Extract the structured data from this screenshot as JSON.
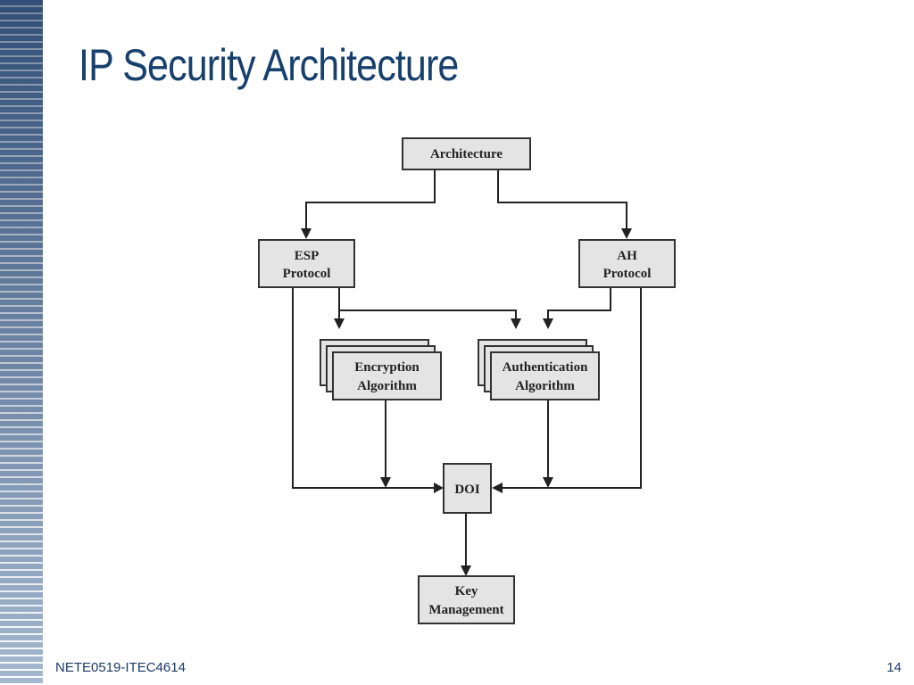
{
  "slide": {
    "title": "IP Security Architecture",
    "footer": "NETE0519-ITEC4614",
    "page_number": "14"
  },
  "diagram": {
    "nodes": {
      "architecture": {
        "lines": [
          "Architecture"
        ]
      },
      "esp": {
        "lines": [
          "ESP",
          "Protocol"
        ]
      },
      "ah": {
        "lines": [
          "AH",
          "Protocol"
        ]
      },
      "encryption": {
        "lines": [
          "Encryption",
          "Algorithm"
        ]
      },
      "authentication": {
        "lines": [
          "Authentication",
          "Algorithm"
        ]
      },
      "doi": {
        "lines": [
          "DOI"
        ]
      },
      "key_management": {
        "lines": [
          "Key",
          "Management"
        ]
      }
    },
    "edges": [
      {
        "from": "architecture",
        "to": "esp"
      },
      {
        "from": "architecture",
        "to": "ah"
      },
      {
        "from": "esp",
        "to": "encryption"
      },
      {
        "from": "esp",
        "to": "authentication"
      },
      {
        "from": "ah",
        "to": "authentication"
      },
      {
        "from": "esp",
        "to": "doi"
      },
      {
        "from": "ah",
        "to": "doi"
      },
      {
        "from": "encryption",
        "to": "doi"
      },
      {
        "from": "authentication",
        "to": "doi"
      },
      {
        "from": "doi",
        "to": "key_management"
      }
    ]
  }
}
